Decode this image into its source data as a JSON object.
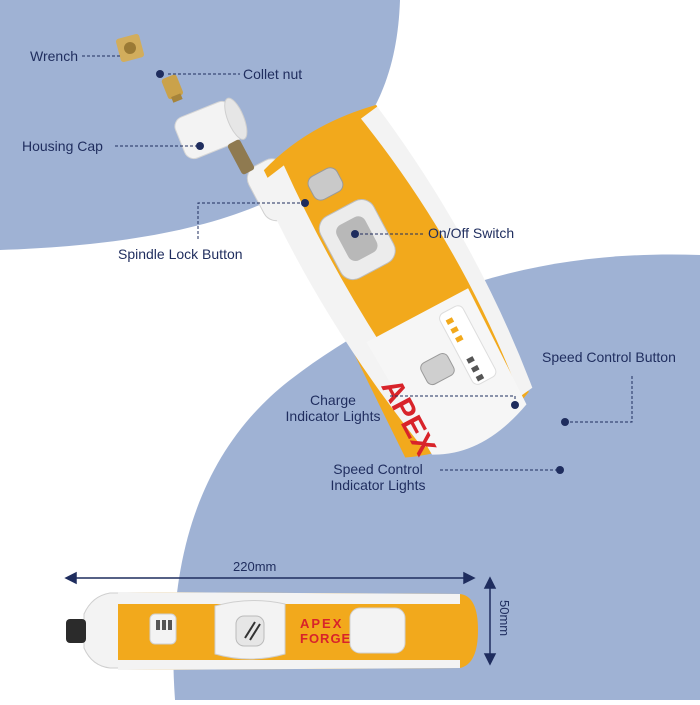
{
  "callouts": {
    "wrench": "Wrench",
    "collet_nut": "Collet nut",
    "housing_cap": "Housing Cap",
    "spindle_lock": "Spindle Lock Button",
    "on_off": "On/Off Switch",
    "speed_button": "Speed Control Button",
    "charge_lights_1": "Charge",
    "charge_lights_2": "Indicator Lights",
    "speed_lights_1": "Speed Control",
    "speed_lights_2": "Indicator  Lights"
  },
  "dimensions": {
    "length": "220mm",
    "height": "50mm"
  },
  "brand": {
    "line1": "APEX",
    "line2": "FORGE",
    "large_text": "APEX"
  },
  "colors": {
    "background_blob": "#9fb2d4",
    "tool_yellow": "#f2a91c",
    "tool_white": "#f3f3f3",
    "label_text": "#1f2d5e",
    "brand_red": "#d8232a"
  }
}
